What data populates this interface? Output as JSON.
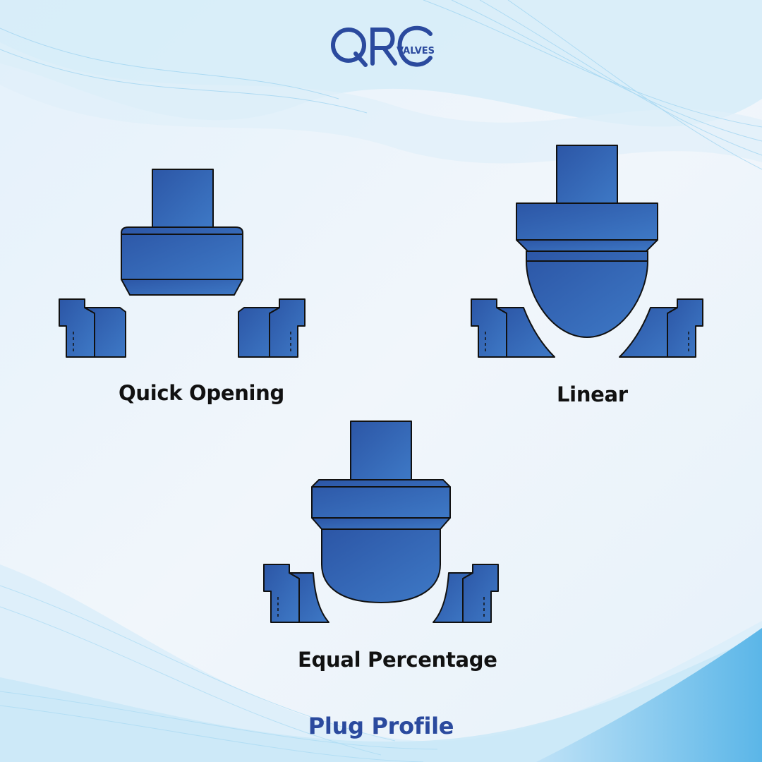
{
  "brand": {
    "logo_text": "QRC",
    "logo_subtext": "VALVES",
    "color": "#2b4a9e"
  },
  "colors": {
    "fill": "#2f5cae",
    "fill_light": "#3b76c2",
    "outline": "#111111"
  },
  "figures": [
    {
      "id": "quick-opening",
      "label": "Quick Opening"
    },
    {
      "id": "linear",
      "label": "Linear"
    },
    {
      "id": "equal-percentage",
      "label": "Equal Percentage"
    }
  ],
  "footer": {
    "title": "Plug Profile"
  }
}
